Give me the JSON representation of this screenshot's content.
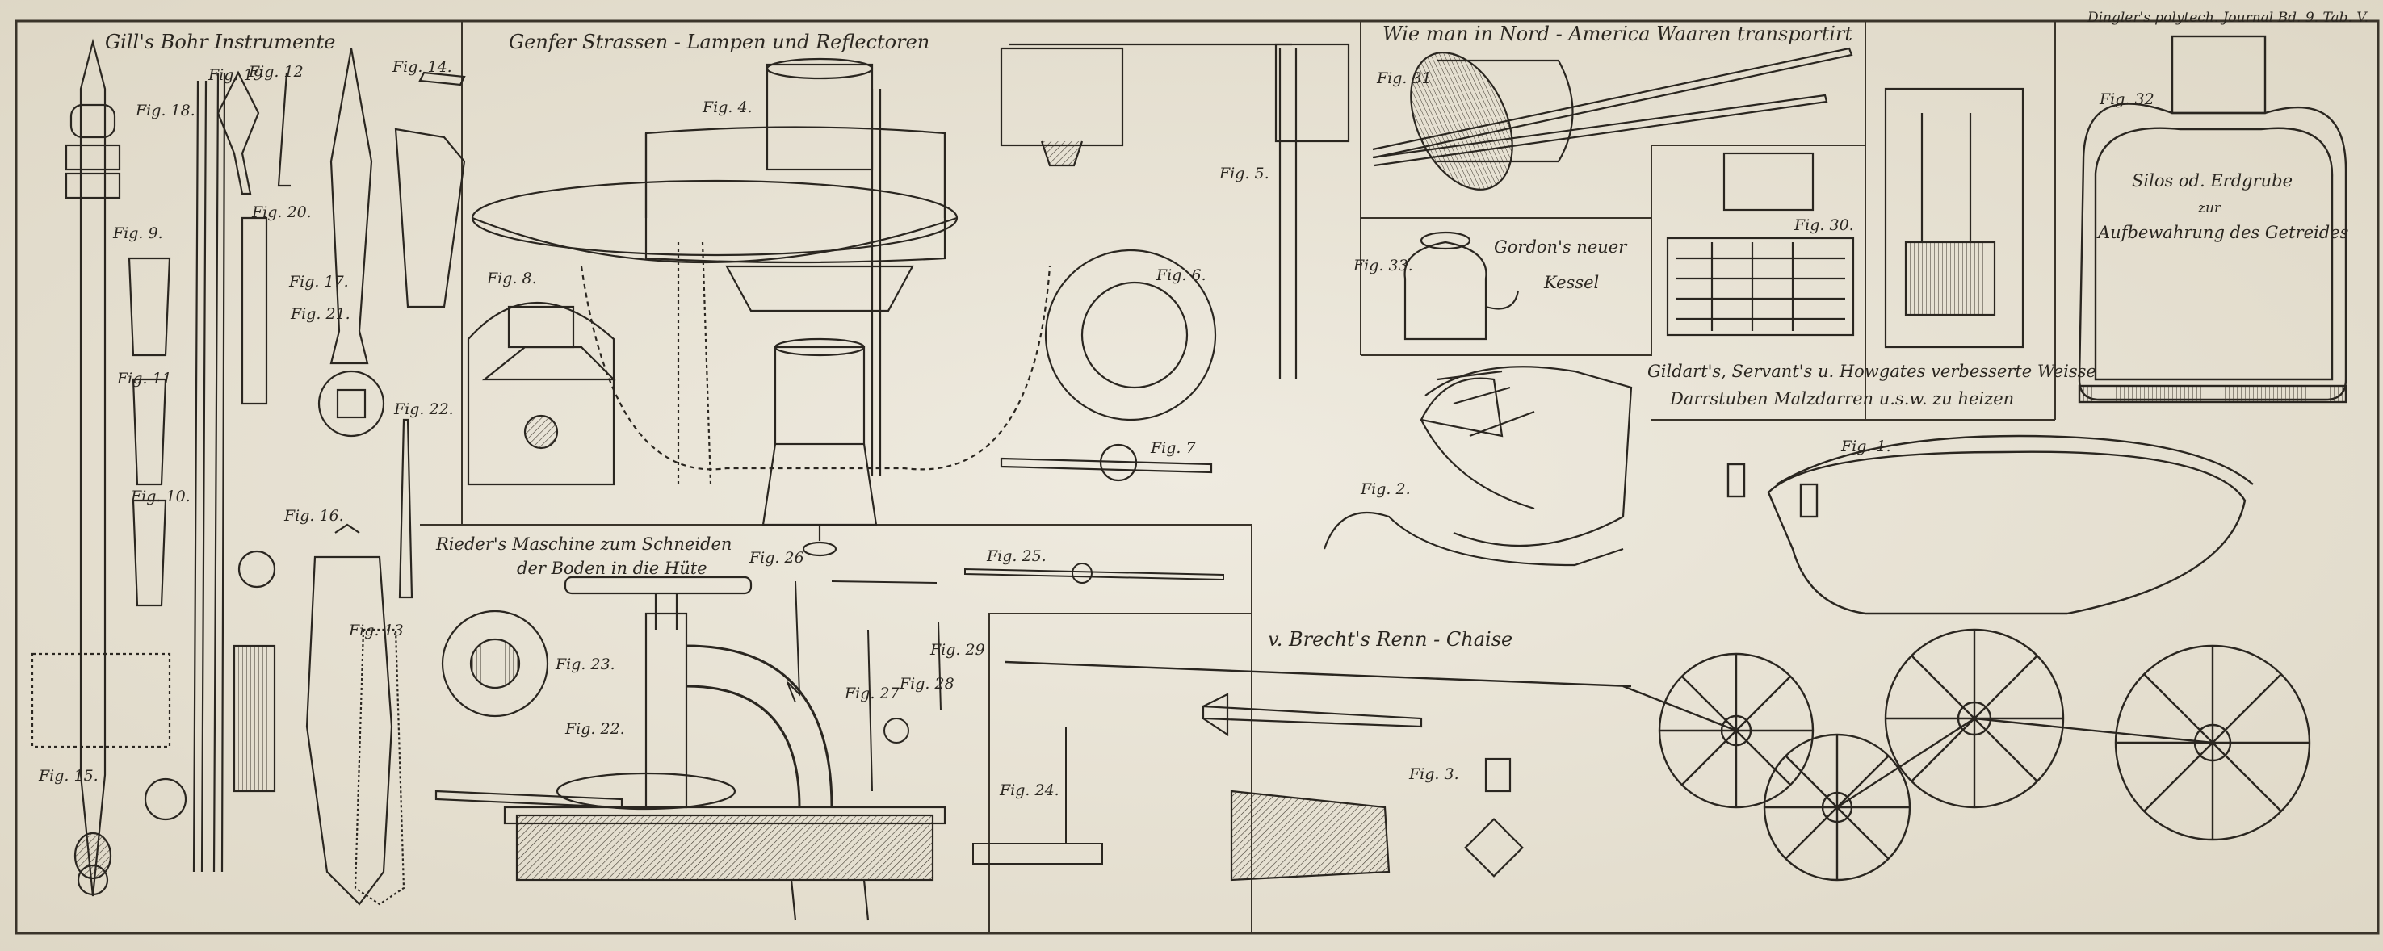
{
  "plate": {
    "header": "Dingler's polytech. Journal Bd. 9. Tab. V."
  },
  "captions": {
    "bohr": "Gill's Bohr Instrumente",
    "lampen": "Genfer Strassen - Lampen und Reflectoren",
    "transport": "Wie man in Nord - America Waaren transportirt",
    "silos_1": "Silos od. Erdgrube",
    "silos_2": "zur",
    "silos_3": "Aufbewahrung des Getreides",
    "kessel_1": "Gordon's neuer",
    "kessel_2": "Kessel",
    "malz_1": "Gildart's, Servant's u. Howgates verbesserte Weisse",
    "malz_2": "Darrstuben Malzdarren u.s.w. zu heizen",
    "rieder_1": "Rieder's Maschine zum Schneiden",
    "rieder_2": "der Boden in die Hüte",
    "chaise": "v. Brecht's Renn - Chaise"
  },
  "figures": {
    "f1": "Fig. 1.",
    "f2": "Fig. 2.",
    "f3": "Fig. 3.",
    "f4": "Fig. 4.",
    "f5": "Fig. 5.",
    "f6": "Fig. 6.",
    "f7": "Fig. 7",
    "f8": "Fig. 8.",
    "f9": "Fig. 9.",
    "f10": "Fig. 10.",
    "f11": "Fig. 11",
    "f12": "Fig. 12",
    "f13": "Fig. 13",
    "f14": "Fig. 14.",
    "f15": "Fig. 15.",
    "f16": "Fig. 16.",
    "f17": "Fig. 17.",
    "f18": "Fig. 18.",
    "f19": "Fig. 19",
    "f20": "Fig. 20.",
    "f21": "Fig. 21.",
    "f22a": "Fig. 22.",
    "f22b": "Fig. 22.",
    "f23": "Fig. 23.",
    "f24": "Fig. 24.",
    "f25": "Fig. 25.",
    "f26": "Fig. 26",
    "f27": "Fig. 27",
    "f28": "Fig. 28",
    "f29": "Fig. 29",
    "f30": "Fig. 30.",
    "f31": "Fig. 31",
    "f32": "Fig. 32",
    "f33": "Fig. 33."
  }
}
